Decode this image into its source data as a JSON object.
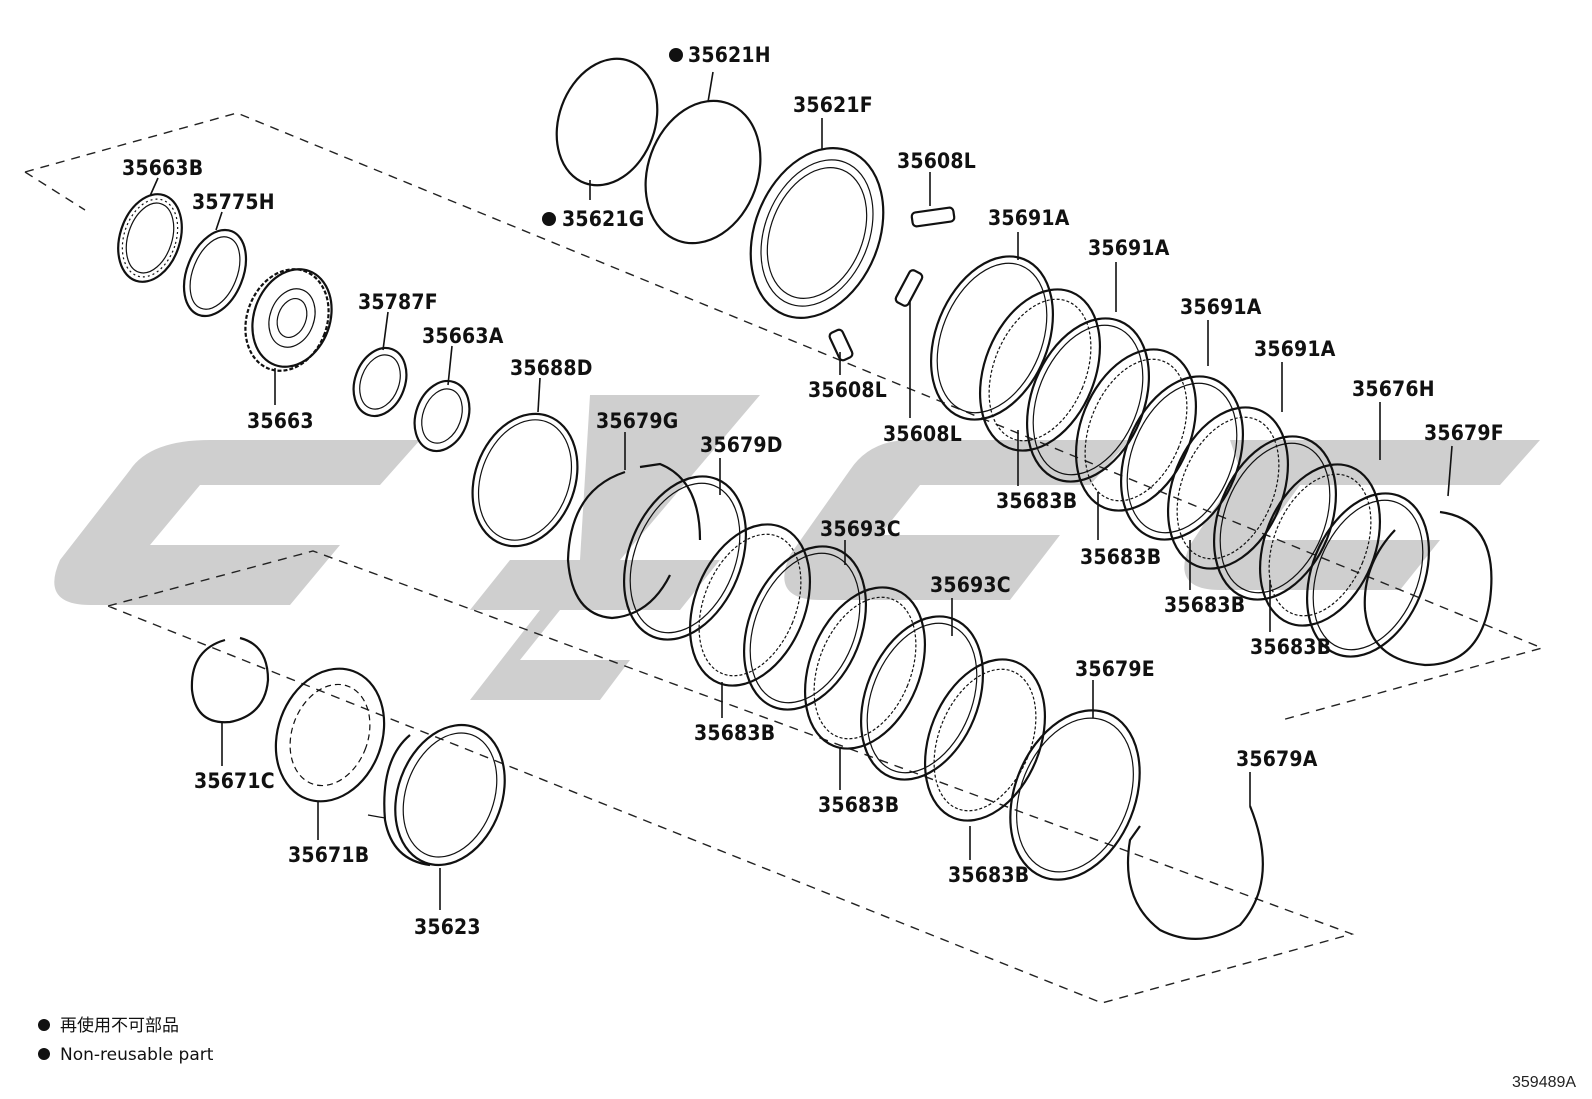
{
  "legend": {
    "line1": "再使用不可部品",
    "line2": "Non-reusable part"
  },
  "diagram_code": "359489A",
  "labels": {
    "p35663B": "35663B",
    "p35775H": "35775H",
    "p35663": "35663",
    "p35787F": "35787F",
    "p35663A": "35663A",
    "p35688D": "35688D",
    "p35621H": "35621H",
    "p35621G": "35621G",
    "p35621F": "35621F",
    "p35608L_a": "35608L",
    "p35608L_b": "35608L",
    "p35608L_c": "35608L",
    "p35691A_a": "35691A",
    "p35691A_b": "35691A",
    "p35691A_c": "35691A",
    "p35691A_d": "35691A",
    "p35676H": "35676H",
    "p35679F": "35679F",
    "p35679G": "35679G",
    "p35679D": "35679D",
    "p35693C_a": "35693C",
    "p35693C_b": "35693C",
    "p35679E": "35679E",
    "p35679A": "35679A",
    "p35683B_a": "35683B",
    "p35683B_b": "35683B",
    "p35683B_c": "35683B",
    "p35683B_d": "35683B",
    "p35683B_e": "35683B",
    "p35683B_f": "35683B",
    "p35683B_g": "35683B",
    "p35671C": "35671C",
    "p35671B": "35671B",
    "p35623": "35623"
  },
  "colors": {
    "line": "#111111",
    "watermark": "#bfbfbf",
    "background": "#ffffff"
  }
}
